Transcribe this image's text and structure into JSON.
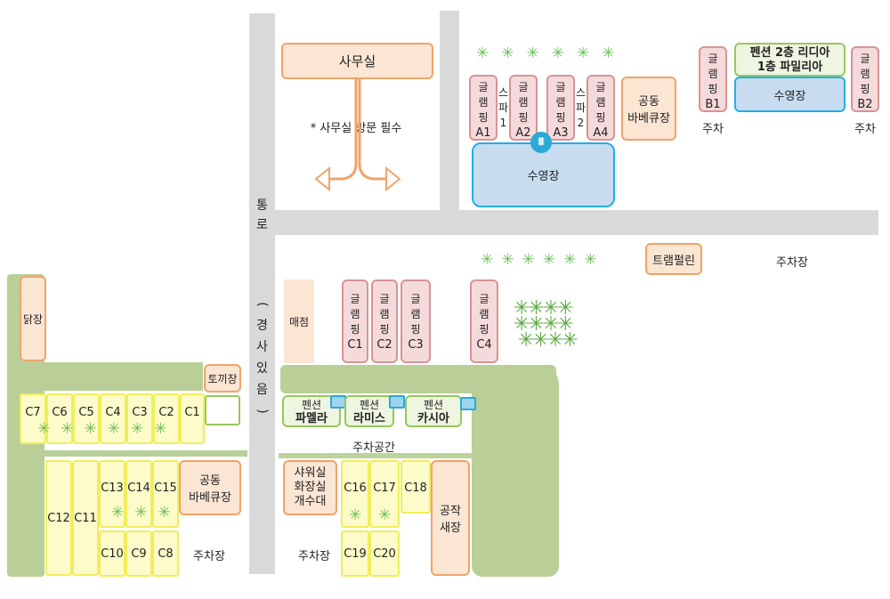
{
  "office": {
    "label": "사무실",
    "note": "* 사무실 방문 필수"
  },
  "road": {
    "chars": [
      "통",
      "로"
    ],
    "paren": [
      "(",
      "경",
      "사",
      "있",
      "음",
      ")"
    ]
  },
  "glamping_a": [
    {
      "l1": "글",
      "l2": "램",
      "l3": "핑",
      "id": "A1"
    },
    {
      "l1": "글",
      "l2": "램",
      "l3": "핑",
      "id": "A2"
    },
    {
      "l1": "글",
      "l2": "램",
      "l3": "핑",
      "id": "A3"
    },
    {
      "l1": "글",
      "l2": "램",
      "l3": "핑",
      "id": "A4"
    }
  ],
  "spa": [
    {
      "l1": "스",
      "l2": "파",
      "l3": "1"
    },
    {
      "l1": "스",
      "l2": "파",
      "l3": "2"
    }
  ],
  "bbq_top": {
    "l1": "공동",
    "l2": "바베큐장"
  },
  "glamping_b": [
    {
      "l1": "글",
      "l2": "램",
      "l3": "핑",
      "id": "B1"
    },
    {
      "l1": "글",
      "l2": "램",
      "l3": "핑",
      "id": "B2"
    }
  ],
  "pension_top": {
    "l1": "펜션 2층 리디아",
    "l2": "1층 파밀리아"
  },
  "pool_small": "수영장",
  "pool_big": "수영장",
  "parking_small": [
    "주차",
    "주차"
  ],
  "trampoline": "트램펄린",
  "parking_right": "주차장",
  "store": "매점",
  "glamping_c": [
    {
      "l1": "글",
      "l2": "램",
      "l3": "핑",
      "id": "C1"
    },
    {
      "l1": "글",
      "l2": "램",
      "l3": "핑",
      "id": "C2"
    },
    {
      "l1": "글",
      "l2": "램",
      "l3": "핑",
      "id": "C3"
    },
    {
      "l1": "글",
      "l2": "램",
      "l3": "핑",
      "id": "C4"
    }
  ],
  "chicken": "닭장",
  "rabbit": "토끼장",
  "sites_row1": [
    "C7",
    "C6",
    "C5",
    "C4",
    "C3",
    "C2",
    "C1"
  ],
  "sites_tall": [
    "C12",
    "C11"
  ],
  "sites_mid_top": [
    "C13",
    "C14",
    "C15"
  ],
  "sites_mid_bottom": [
    "C10",
    "C9",
    "C8"
  ],
  "bbq_bottom": {
    "l1": "공동",
    "l2": "바베큐장"
  },
  "parking_left": "주차장",
  "pensions": [
    {
      "top": "펜션",
      "name": "파멜라"
    },
    {
      "top": "펜션",
      "name": "라미스"
    },
    {
      "top": "펜션",
      "name": "카시아"
    }
  ],
  "parking_space": "주차공간",
  "shower": {
    "l1": "샤워실",
    "l2": "화장실",
    "l3": "개수대"
  },
  "sites_right_top": [
    "C16",
    "C17",
    "C18"
  ],
  "sites_right_bottom": [
    "C19",
    "C20"
  ],
  "workshop": {
    "l1": "공작",
    "l2": "새장"
  },
  "parking_center": "주차장"
}
